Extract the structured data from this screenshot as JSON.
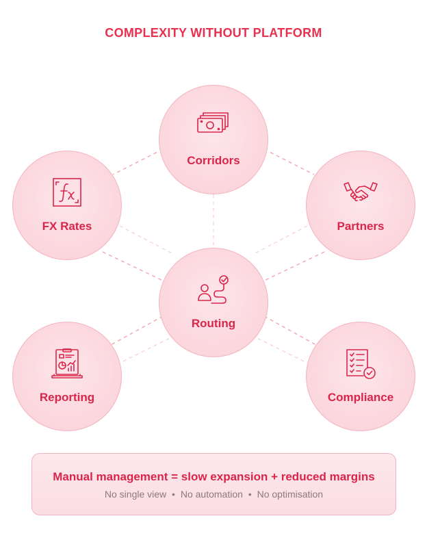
{
  "title": "COMPLEXITY WITHOUT PLATFORM",
  "nodes": {
    "corridors": {
      "label": "Corridors",
      "icon": "cash-stack-icon"
    },
    "fx_rates": {
      "label": "FX Rates",
      "icon": "function-fx-icon"
    },
    "partners": {
      "label": "Partners",
      "icon": "handshake-icon"
    },
    "routing": {
      "label": "Routing",
      "icon": "route-person-icon"
    },
    "reporting": {
      "label": "Reporting",
      "icon": "report-dashboard-icon"
    },
    "compliance": {
      "label": "Compliance",
      "icon": "checklist-icon"
    }
  },
  "summary": {
    "headline": "Manual management = slow expansion + reduced margins",
    "points": [
      "No single view",
      "No automation",
      "No optimisation"
    ],
    "separator": "•"
  },
  "colors": {
    "accent": "#e8304f",
    "node_fill": "#fbd6dd",
    "node_border": "#f3b3bf",
    "link": "#f2a9b6",
    "muted_text": "#8a7a7e"
  }
}
